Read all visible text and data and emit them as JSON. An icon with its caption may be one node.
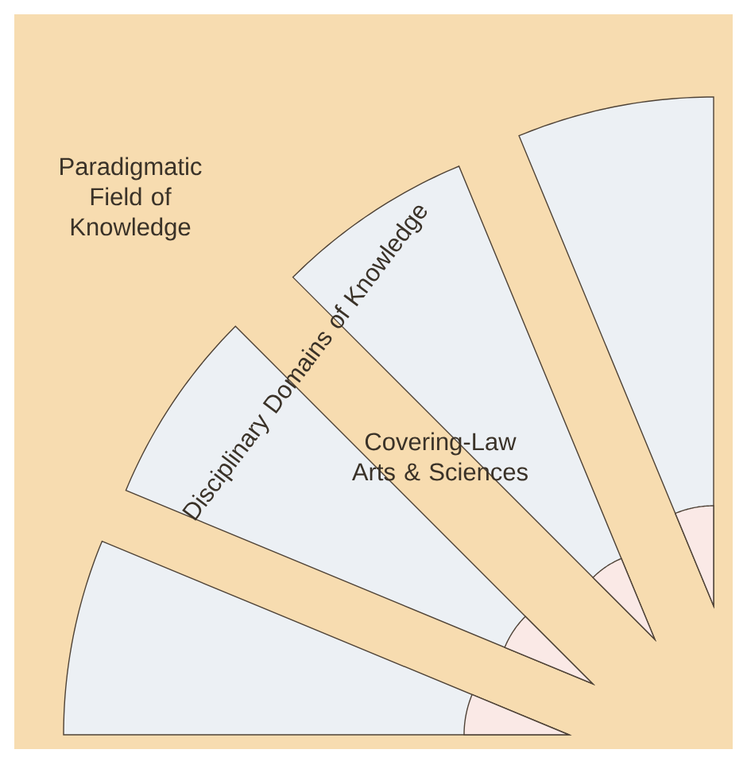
{
  "diagram": {
    "nodes": [
      {
        "text": [],
        "shape": "sector"
      },
      {
        "text": [],
        "shape": "sector",
        "in": 0
      },
      {
        "text": [],
        "shape": "sector"
      },
      {
        "text": [],
        "shape": "sector",
        "in": 2
      },
      {
        "text": [],
        "shape": "sector"
      },
      {
        "text": [],
        "shape": "sector",
        "in": 4
      },
      {
        "text": [],
        "shape": "sector"
      },
      {
        "text": [],
        "shape": "sector",
        "in": 6
      }
    ],
    "labels": [
      "Paradigmatic Field of Knowledge",
      "Disciplinary Domains of Knowledge",
      "Covering-Law Arts & Sciences"
    ]
  }
}
